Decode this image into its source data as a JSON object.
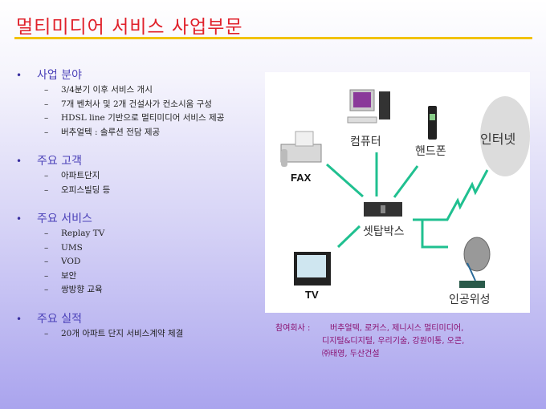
{
  "title": "멀티미디어 서비스 사업부문",
  "sections": [
    {
      "heading": "사업 분야",
      "items": [
        "3/4분기 이후 서비스 개시",
        "7개 벤처사 및 2개 건설사가 컨소시움 구성",
        "HDSL line 기반으로 멀티미디어 서비스 제공",
        "버추얼텍 : 솔루션 전담 제공"
      ]
    },
    {
      "heading": "주요 고객",
      "items": [
        "아파트단지",
        "오피스빌딩 등"
      ]
    },
    {
      "heading": "주요 서비스",
      "items": [
        "Replay TV",
        "UMS",
        "VOD",
        "보안",
        "쌍방향 교육"
      ]
    },
    {
      "heading": "주요 실적",
      "items": [
        "20개 아파트 단지 서비스계약 체결"
      ]
    }
  ],
  "diagram": {
    "computer": "컴퓨터",
    "phone": "핸드폰",
    "internet": "인터넷",
    "fax": "FAX",
    "settop": "셋탑박스",
    "tv": "TV",
    "satellite": "인공위성",
    "line_color": "#20c090"
  },
  "partners": {
    "label": "참여회사 :",
    "lines": [
      "버추얼텍, 로커스, 제니시스 멀티미디어,",
      "디지털&디지털, 우리기술, 강원이통, 오콘,",
      "㈜태영, 두산건설"
    ]
  }
}
